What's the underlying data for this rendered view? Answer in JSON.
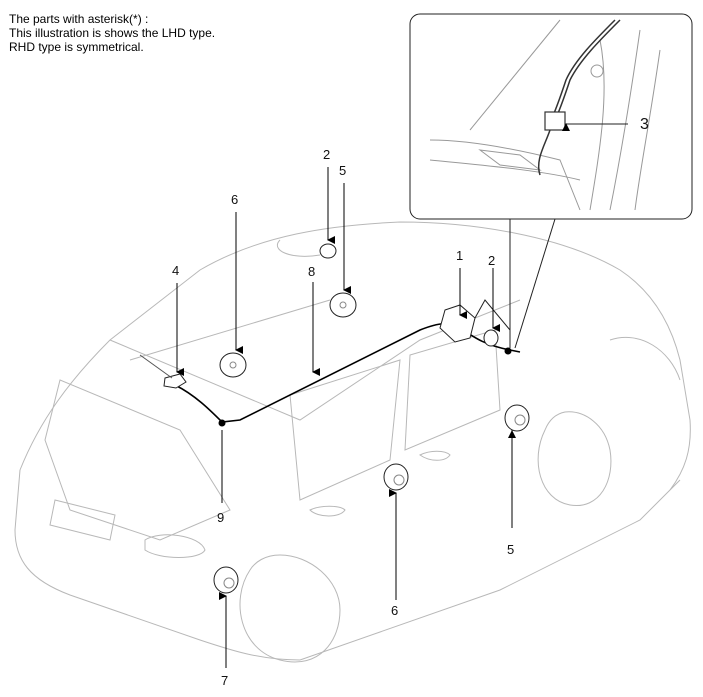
{
  "note": {
    "line1": "The parts with asterisk(*) :",
    "line2": "This illustration is shows the LHD type.",
    "line3": "RHD type is symmetrical."
  },
  "callouts": {
    "c1": "1",
    "c2a": "2",
    "c2b": "2",
    "c3": "3",
    "c4": "4",
    "c5a": "5",
    "c5b": "5",
    "c6a": "6",
    "c6b": "6",
    "c7": "7",
    "c8": "8",
    "c9": "9"
  }
}
